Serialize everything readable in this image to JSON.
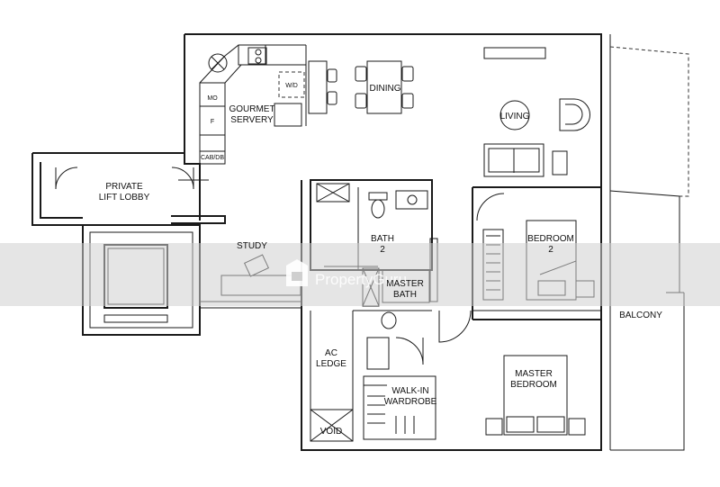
{
  "rooms": {
    "gourmet_servery": [
      "GOURMET",
      "SERVERY"
    ],
    "dining": "DINING",
    "living": "LIVING",
    "private_lift_lobby": [
      "PRIVATE",
      "LIFT LOBBY"
    ],
    "study": "STUDY",
    "bath2": [
      "BATH",
      "2"
    ],
    "bedroom2": [
      "BEDROOM",
      "2"
    ],
    "master_bath": [
      "MASTER",
      "BATH"
    ],
    "balcony": "BALCONY",
    "ac_ledge": [
      "AC",
      "LEDGE"
    ],
    "walk_in_wardrobe": [
      "WALK-IN",
      "WARDROBE"
    ],
    "master_bedroom": [
      "MASTER",
      "BEDROOM"
    ],
    "void": "VOID"
  },
  "fixtures": {
    "mo": "MO",
    "f": "F",
    "cab_db": "CAB/DB",
    "wd": "W/D"
  },
  "watermark": {
    "brand": "PropertyGuru",
    "accent": "#cfcfcf"
  },
  "colors": {
    "line": "#1a1a1a",
    "background": "#ffffff"
  }
}
